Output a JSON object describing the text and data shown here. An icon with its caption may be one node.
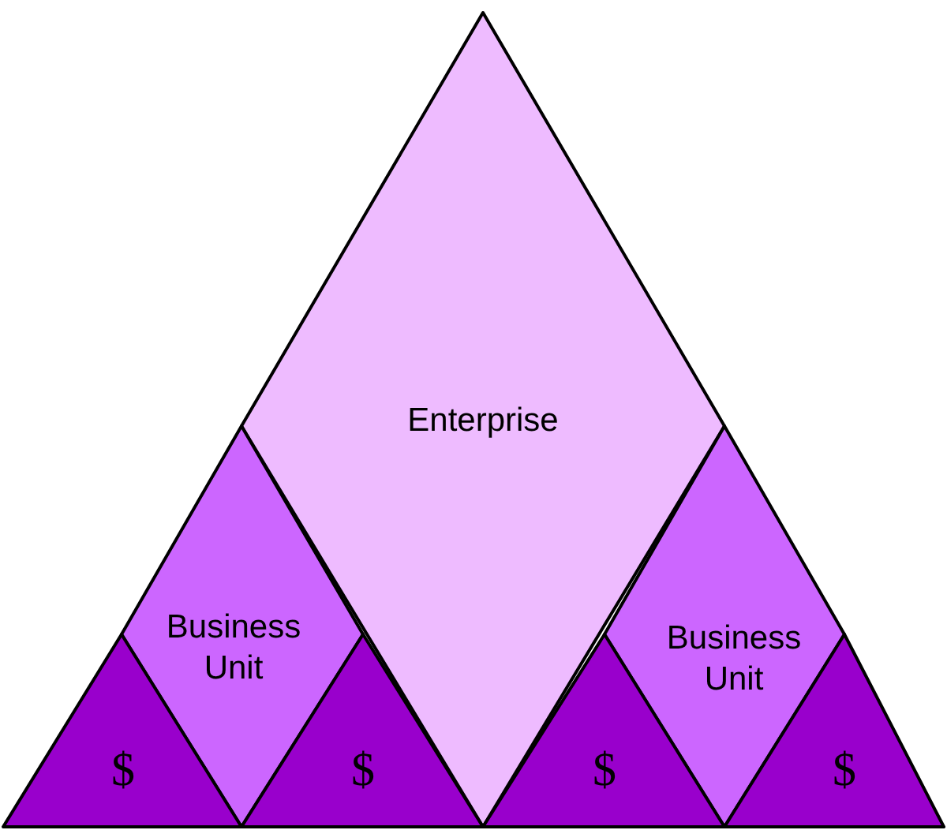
{
  "diagram": {
    "nodes": [
      {
        "text": [
          "Enterprise"
        ]
      },
      {
        "text": [
          "Business Unit"
        ]
      },
      {
        "text": [
          "Business Unit"
        ]
      },
      {
        "text": [
          "$"
        ]
      },
      {
        "text": [
          "$"
        ]
      },
      {
        "text": [
          "$"
        ]
      },
      {
        "text": [
          "$"
        ]
      }
    ]
  }
}
